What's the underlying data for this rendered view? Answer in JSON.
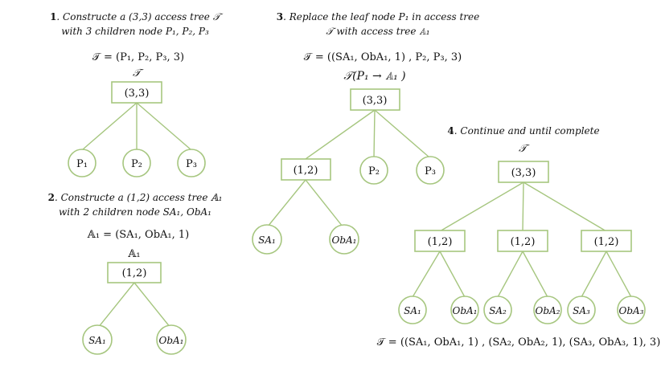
{
  "steps": {
    "s1": {
      "num": "1",
      "line1": ". Constructe a (3,3) access tree 𝒯",
      "line2": "with 3 children node P₁, P₂, P₃",
      "formula": "𝒯 = (P₁, P₂, P₃, 3)",
      "tree_label": "𝒯",
      "root": "(3,3)",
      "leaves": [
        "P₁",
        "P₂",
        "P₃"
      ]
    },
    "s2": {
      "num": "2",
      "line1": ". Constructe a (1,2) access tree 𝔸₁",
      "line2": "with 2 children node SA₁, ObA₁",
      "formula": "𝔸₁ = (SA₁, ObA₁, 1)",
      "tree_label": "𝔸₁",
      "root": "(1,2)",
      "leaves": [
        "SA₁",
        "ObA₁"
      ]
    },
    "s3": {
      "num": "3",
      "line1": ". Replace the leaf node P₁ in access tree",
      "line2": "𝒯 with access tree 𝔸₁",
      "formula": "𝒯 = ((SA₁, ObA₁, 1) , P₂, P₃, 3)",
      "tree_label": "𝒯(P₁ → 𝔸₁ )",
      "root": "(3,3)",
      "mid": "(1,2)",
      "leaves": [
        "P₂",
        "P₃"
      ],
      "subleaves": [
        "SA₁",
        "ObA₁"
      ]
    },
    "s4": {
      "num": "4",
      "line1": ". Continue and until complete",
      "tree_label": "𝒯",
      "root": "(3,3)",
      "mids": [
        "(1,2)",
        "(1,2)",
        "(1,2)"
      ],
      "leaves": [
        "SA₁",
        "ObA₁",
        "SA₂",
        "ObA₂",
        "SA₃",
        "ObA₃"
      ],
      "formula": "𝒯 = ((SA₁, ObA₁, 1) , (SA₂, ObA₂, 1), (SA₃, ObA₃, 1), 3)"
    }
  }
}
